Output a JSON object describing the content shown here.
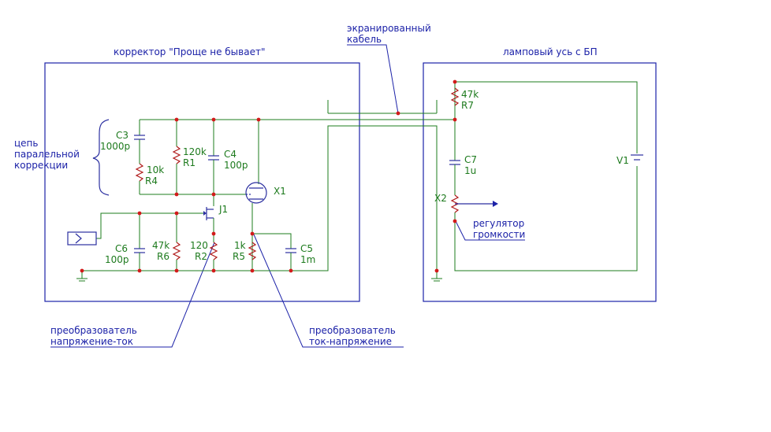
{
  "blocks": {
    "corrector_title": "корректор \"Проще не бывает\"",
    "amp_title": "ламповый усь с БП"
  },
  "annotations": {
    "cable_line1": "экранированный",
    "cable_line2": "кабель",
    "chain_line1": "цепь",
    "chain_line2": "паралельной",
    "chain_line3": "коррекции",
    "vi_line1": "преобразователь",
    "vi_line2": "напряжение-ток",
    "iv_line1": "преобразователь",
    "iv_line2": "ток-напряжение",
    "vol_line1": "регулятор",
    "vol_line2": "громкости"
  },
  "components": {
    "C3": {
      "name": "C3",
      "value": "1000p"
    },
    "R4": {
      "name": "R4",
      "value": "10k"
    },
    "R1": {
      "name": "R1",
      "value": "120k"
    },
    "C4": {
      "name": "C4",
      "value": "100p"
    },
    "X1": {
      "name": "X1"
    },
    "J1": {
      "name": "J1"
    },
    "C6": {
      "name": "C6",
      "value": "100p"
    },
    "R6": {
      "name": "R6",
      "value": "47k"
    },
    "R2": {
      "name": "R2",
      "value": "120"
    },
    "R5": {
      "name": "R5",
      "value": "1k"
    },
    "C5": {
      "name": "C5",
      "value": "1m"
    },
    "R7": {
      "name": "R7",
      "value": "47k"
    },
    "C7": {
      "name": "C7",
      "value": "1u"
    },
    "X2": {
      "name": "X2"
    },
    "V1": {
      "name": "V1"
    }
  },
  "colors": {
    "frame": "#1c22a8",
    "wire": "#1e7d1e",
    "resistor": "#b01a1a",
    "node": "#d21a1a"
  }
}
